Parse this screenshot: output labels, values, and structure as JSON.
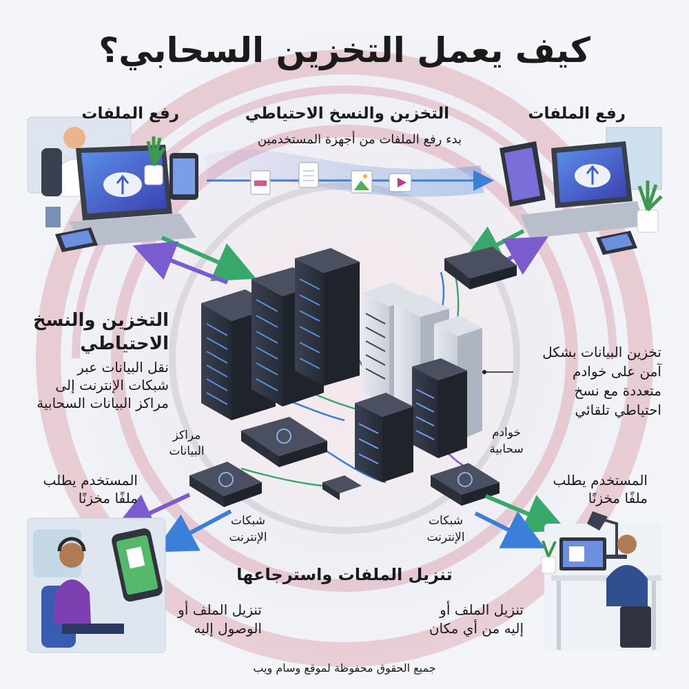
{
  "title": "كيف يعمل التخزين السحابي؟",
  "top_left": {
    "heading": "رفع الملفات"
  },
  "top_right": {
    "heading": "رفع الملفات"
  },
  "top_center": {
    "heading": "التخزين والنسخ الاحتياطي",
    "subtext": "بدء رفع الملفات من أجهزة المستخدمين"
  },
  "mid_left": {
    "heading_line1": "التخزين والنسخ",
    "heading_line2": "الاحتياطي",
    "body_line1": "نقل البيانات عبر",
    "body_line2": "شبكات الإنترنت إلى",
    "body_line3": "مراكز البيانات السحابية"
  },
  "mid_right": {
    "body_line1": "تخزين البيانات بشكل",
    "body_line2": "آمن على خوادم",
    "body_line3": "متعددة مع نسخ",
    "body_line4": "احتياطي تلقائي"
  },
  "labels": {
    "datacenters_line1": "مراكز",
    "datacenters_line2": "البيانات",
    "cloud_servers_line1": "خوادم",
    "cloud_servers_line2": "سحابية",
    "networks_left_line1": "شبكات",
    "networks_left_line2": "الإنترنت",
    "networks_right_line1": "شبكات",
    "networks_right_line2": "الإنترنت"
  },
  "user_left": {
    "line1": "المستخدم يطلب",
    "line2": "ملفًا مخزنًا"
  },
  "user_right": {
    "line1": "المستخدم يطلب",
    "line2": "ملفًا مخزنًا"
  },
  "bottom_center": {
    "heading": "تنزيل الملفات واسترجاعها"
  },
  "bottom_left": {
    "line1": "تنزيل الملف أو",
    "line2": "الوصول إليه"
  },
  "bottom_right": {
    "line1": "تنزيل الملف أو",
    "line2": "إليه من أي مكان"
  },
  "footer": "جميع الحقوق محفوظة لموقع وسام ويب",
  "colors": {
    "accent_blue": "#3b7fd9",
    "accent_green": "#3aa86b",
    "accent_purple": "#7a5ccf",
    "server_dark": "#2f3440",
    "watermark_red": "#c9485a"
  },
  "icons": [
    "cloud-upload-icon",
    "document-icon",
    "image-icon",
    "video-icon",
    "laptop-icon",
    "tablet-icon",
    "phone-icon",
    "server-rack-icon",
    "network-switch-icon",
    "plant-icon",
    "lamp-icon"
  ]
}
